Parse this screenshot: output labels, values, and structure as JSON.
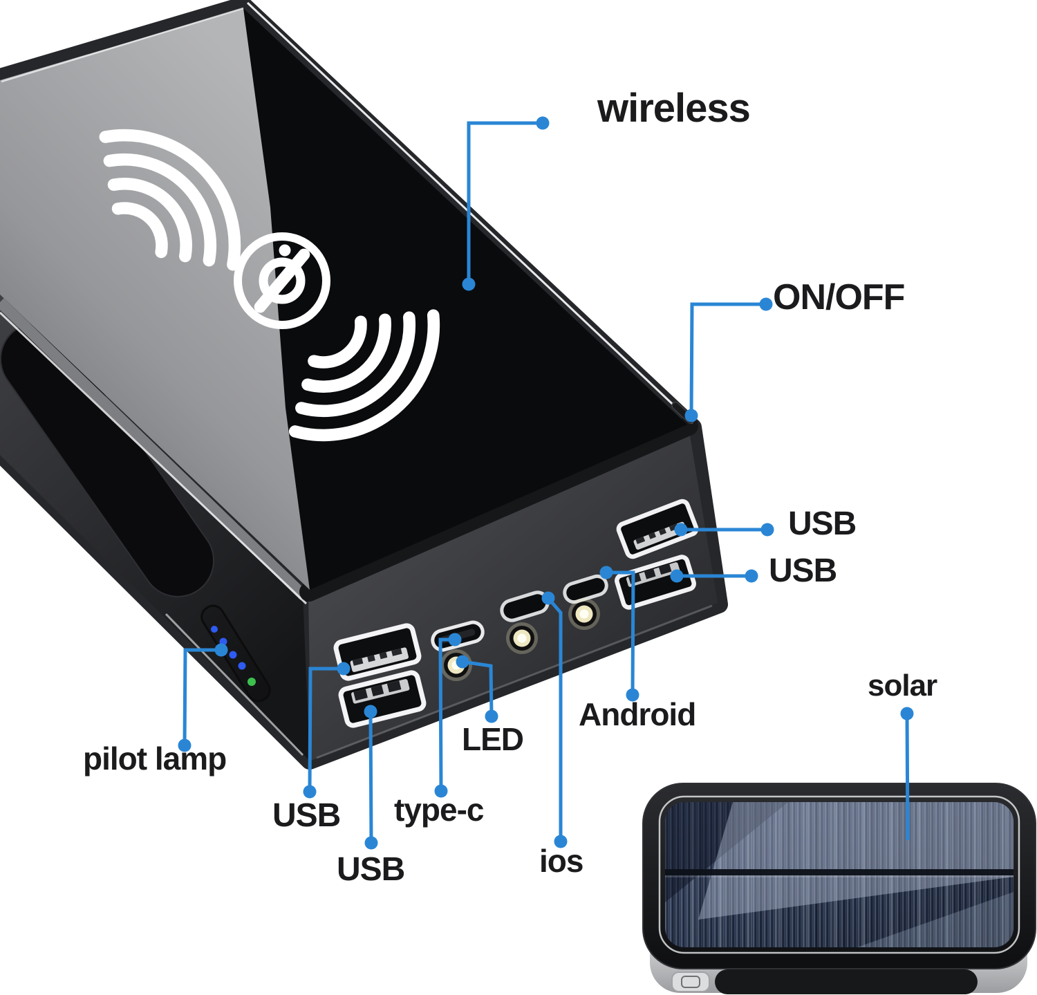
{
  "page": {
    "background": "#ffffff",
    "description": "Annotated diagram of a wireless solar power bank showing its ports and features"
  },
  "annotations": {
    "wireless": "wireless",
    "on_off": "ON/OFF",
    "usb_top_right": "USB",
    "usb_bottom_right": "USB",
    "pilot_lamp": "pilot lamp",
    "usb_left_upper": "USB",
    "usb_left_lower": "USB",
    "type_c": "type-c",
    "led": "LED",
    "android": "Android",
    "ios": "ios",
    "solar": "solar"
  },
  "colors": {
    "leader_line": "#2a86d5",
    "leader_dot": "#2a86d5",
    "label_text": "#1b1b1d",
    "glass_black": "#0a0b0d",
    "body_gray": "#26272a",
    "solar_panel_navy": "#2c3850",
    "indicator_blue": "#2e5bf2",
    "indicator_green": "#3dc04e"
  },
  "indicator_lights": {
    "blue_count": 4,
    "green_count": 1
  },
  "icons": {
    "qi_logo": "qi-wireless-charging-logo",
    "signal_waves": "wireless-signal-arcs",
    "flashlight_led": "flashlight-led"
  }
}
